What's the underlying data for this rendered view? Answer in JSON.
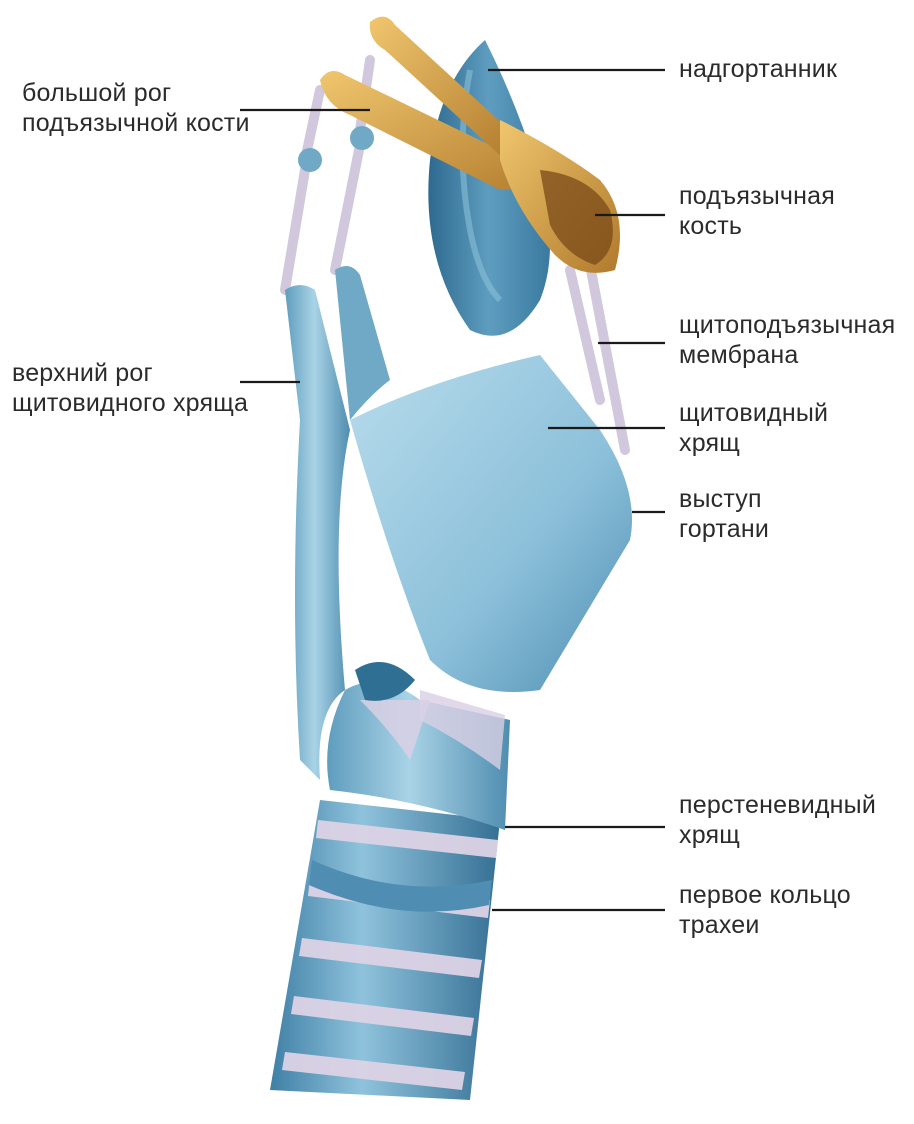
{
  "labels": {
    "greater_horn_hyoid": {
      "line1": "большой рог",
      "line2": "подъязычной кости"
    },
    "superior_horn_thyroid": {
      "line1": "верхний рог",
      "line2": "щитовидного хряща"
    },
    "epiglottis": {
      "line1": "надгортанник"
    },
    "hyoid_bone": {
      "line1": "подъязычная",
      "line2": "кость"
    },
    "thyrohyoid_membrane": {
      "line1": "щитоподъязычная",
      "line2": "мембрана"
    },
    "thyroid_cartilage": {
      "line1": "щитовидный",
      "line2": "хрящ"
    },
    "laryngeal_prominence": {
      "line1": "выступ",
      "line2": "гортани"
    },
    "cricoid_cartilage": {
      "line1": "перстеневидный",
      "line2": "хрящ"
    },
    "first_tracheal_ring": {
      "line1": "первое кольцо",
      "line2": "трахеи"
    }
  },
  "colors": {
    "cartilage_light": "#a9d3e6",
    "cartilage_mid": "#6fa9c6",
    "cartilage_dark": "#2f6f94",
    "bone_light": "#e0b25a",
    "bone_dark": "#8a5a1c",
    "ligament": "#d8cfe0",
    "leader_line": "#1a1a1a",
    "text": "#2b2b2b"
  }
}
